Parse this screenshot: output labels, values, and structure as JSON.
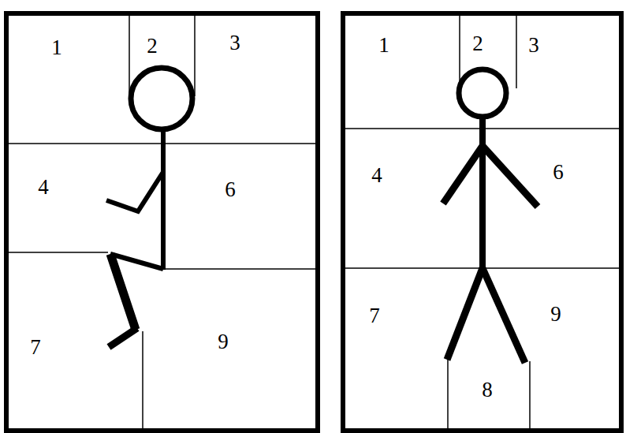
{
  "diagram": {
    "labels": [
      "1",
      "2",
      "3",
      "4",
      "6",
      "7",
      "9",
      "1",
      "2",
      "3",
      "4",
      "6",
      "7",
      "9",
      "8"
    ]
  }
}
